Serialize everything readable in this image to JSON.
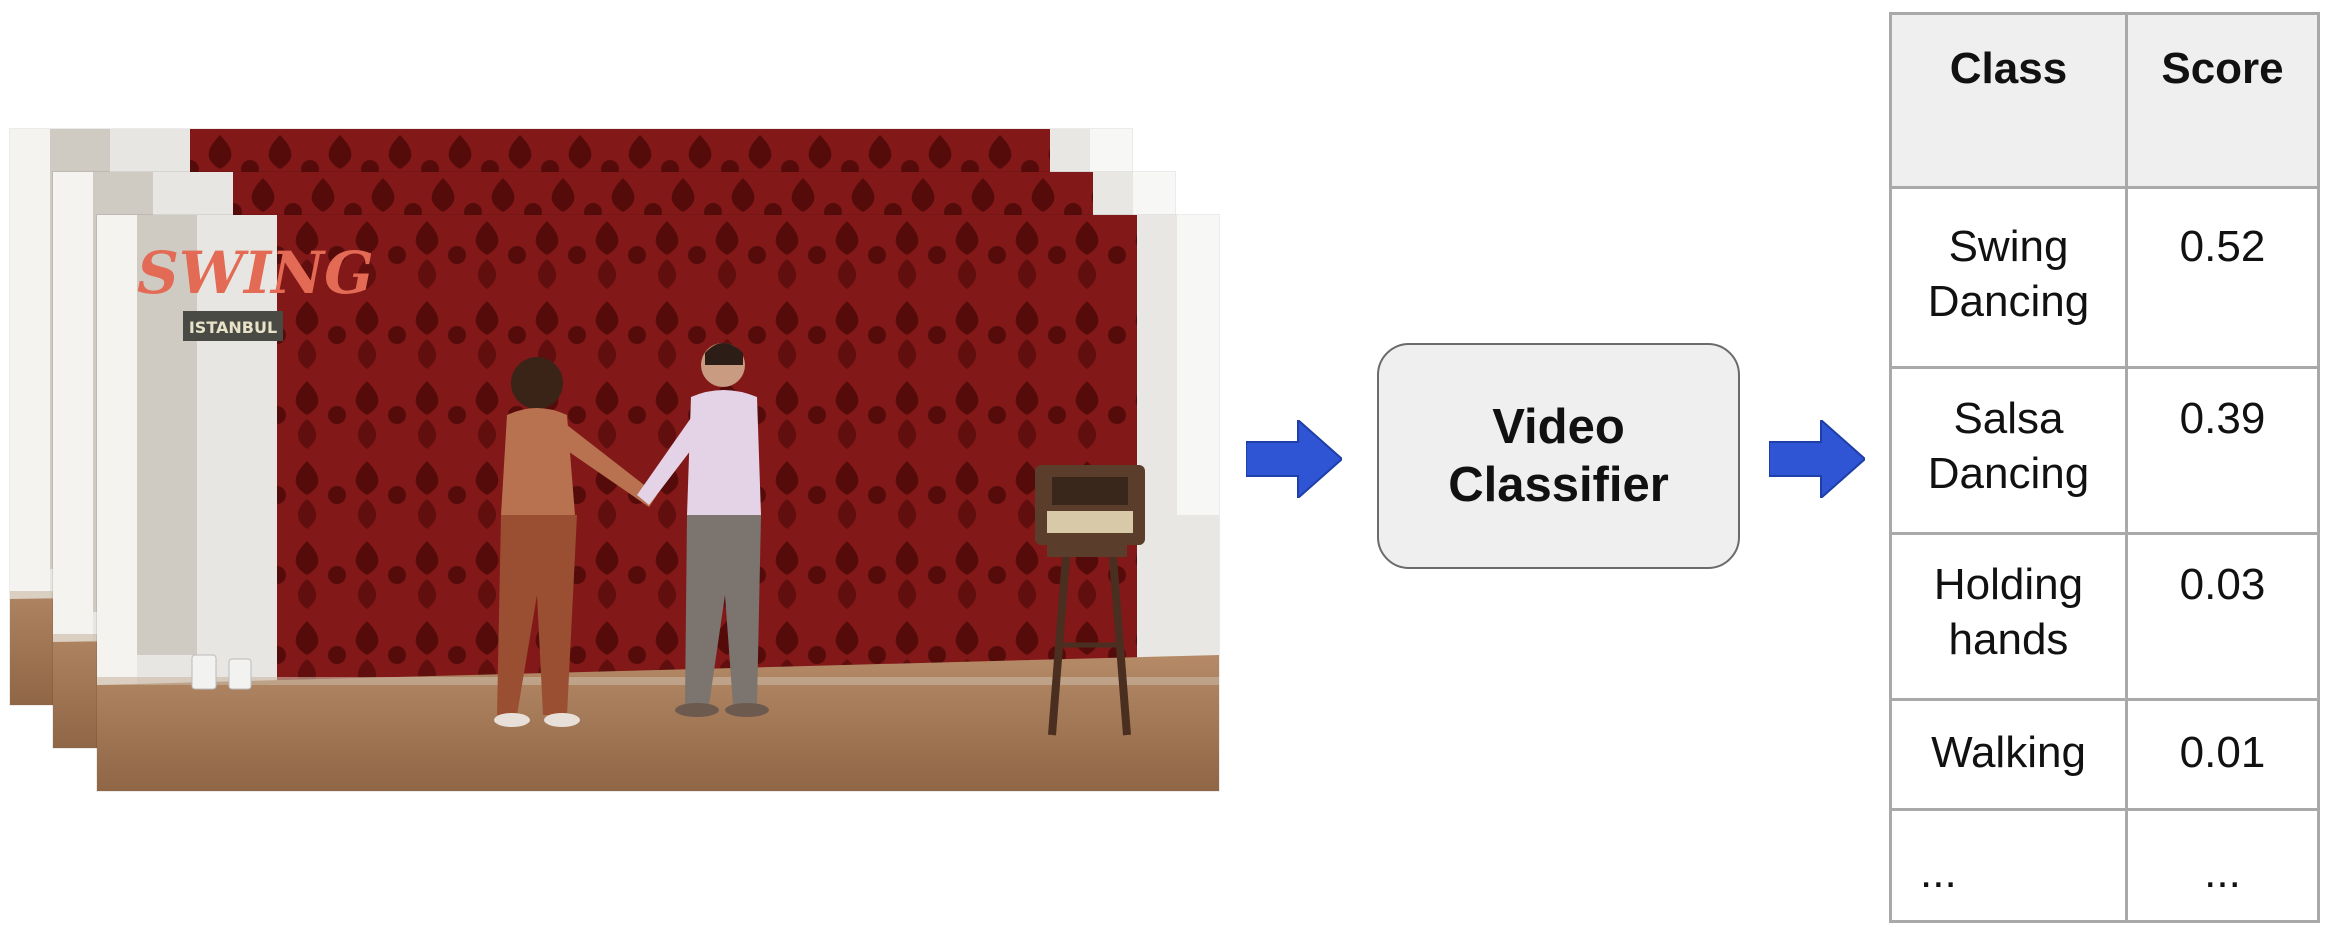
{
  "frames": {
    "count": 3,
    "logo_text": "SWING",
    "logo_subtext": "ISTANBUL"
  },
  "classifier": {
    "label": "Video\nClassifier"
  },
  "table": {
    "headers": {
      "class": "Class",
      "score": "Score"
    },
    "rows": [
      {
        "class": "Swing\nDancing",
        "score": "0.52"
      },
      {
        "class": "Salsa\nDancing",
        "score": "0.39"
      },
      {
        "class": "Holding\nhands",
        "score": "0.03"
      },
      {
        "class": "Walking",
        "score": "0.01"
      },
      {
        "class": "...",
        "score": "..."
      }
    ]
  },
  "colors": {
    "arrow": "#2f55d4",
    "curtain": "#8b1a1a",
    "box_fill": "#efefef",
    "table_border": "#a9a9a9"
  }
}
